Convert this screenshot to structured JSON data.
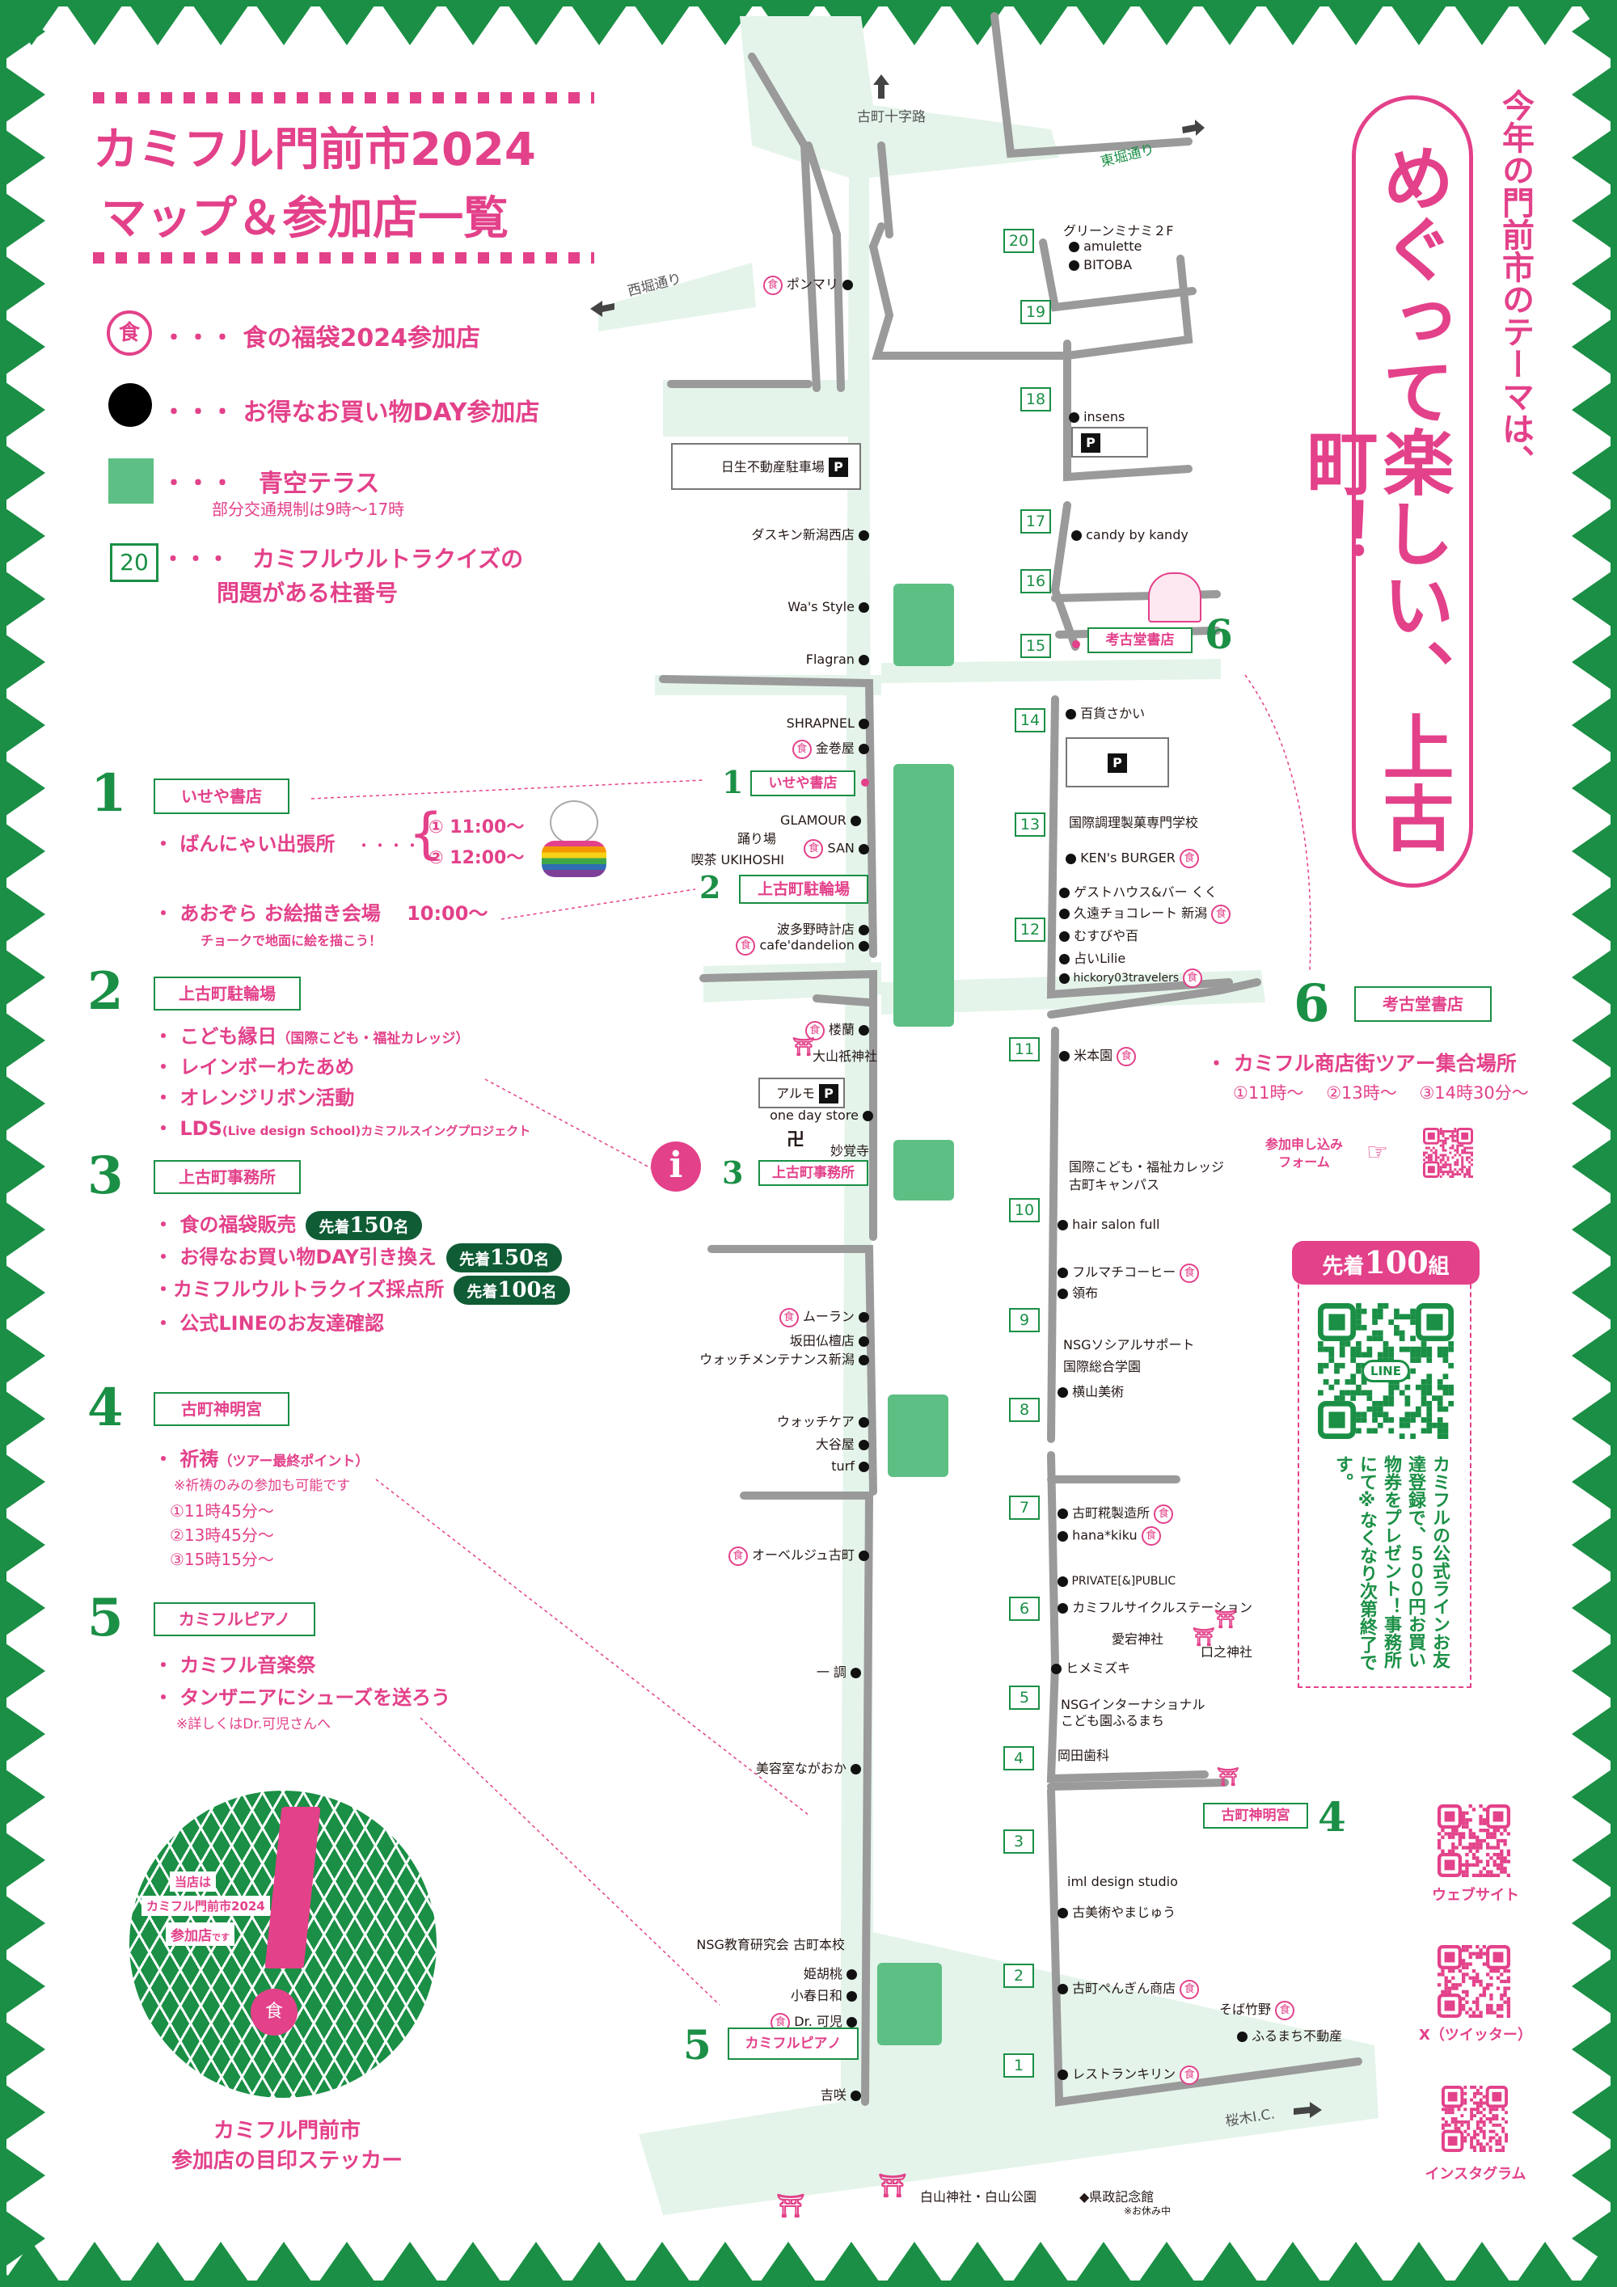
{
  "colors": {
    "green": "#1a8f45",
    "pink": "#e3418a",
    "road": "#e4f4ea",
    "terrace": "#5dbf84",
    "roadEdge": "#9a9a9a"
  },
  "title": {
    "line1": "カミフル門前市2024",
    "line2": "マップ＆参加店一覧"
  },
  "legend": [
    {
      "icon": "fukubukuro-icon",
      "text": "・・・ 食の福袋2024参加店"
    },
    {
      "icon": "black-dot-icon",
      "text": "・・・ お得なお買い物DAY参加店"
    },
    {
      "icon": "green-square-icon",
      "text": "・・・　青空テラス",
      "note": "部分交通規制は9時〜17時"
    },
    {
      "icon": "pole-number-icon",
      "pole": "20",
      "text": "・・・　カミフルウルトラクイズの",
      "text2": "問題がある柱番号"
    }
  ],
  "shop_icon_char": "食",
  "theme": {
    "intro": "今年の門前市のテーマは、",
    "main": "めぐって楽しい、上古町！"
  },
  "streets": {
    "furumachi_jujiro": "古町十字路",
    "higashibori": "東堀通り",
    "nishibori": "西堀通り",
    "sakuragi": "桜木I.C.",
    "hakusan": "白山神社・白山公園",
    "kenseikinenkan": "◆県政記念館",
    "kenseikinenkan_note": "※お休み中"
  },
  "sections": {
    "s1": {
      "num": "1",
      "name": "いせや書店",
      "items": [
        "・ ばんにゃい出張所",
        "・ あおぞら お絵描き会場　 10:00〜"
      ],
      "times": [
        "① 11:00〜",
        "② 12:00〜"
      ],
      "note": "チョークで地面に絵を描こう！"
    },
    "s2": {
      "num": "2",
      "name": "上古町駐輪場",
      "items": [
        "・ こども縁日",
        "・ レインボーわたあめ",
        "・ オレンジリボン活動",
        "・ LDS"
      ],
      "item1_sub": "（国際こども・福祉カレッジ）",
      "item4_sub": "(Live design School)カミフルスイングプロジェクト"
    },
    "s3": {
      "num": "3",
      "name": "上古町事務所",
      "items": [
        "・ 食の福袋販売",
        "・ お得なお買い物DAY引き換え",
        "・カミフルウルトラクイズ採点所",
        "・ 公式LINEのお友達確認"
      ],
      "badges": [
        {
          "pre": "先着",
          "num": "150",
          "post": "名"
        },
        {
          "pre": "先着",
          "num": "150",
          "post": "名"
        },
        {
          "pre": "先着",
          "num": "100",
          "post": "名"
        }
      ]
    },
    "s4": {
      "num": "4",
      "name": "古町神明宮",
      "item": "・ 祈祷",
      "item_sub": "（ツアー最終ポイント）",
      "note": "※祈祷のみの参加も可能です",
      "times": [
        "①11時45分〜",
        "②13時45分〜",
        "③15時15分〜"
      ]
    },
    "s5": {
      "num": "5",
      "name": "カミフルピアノ",
      "items": [
        "・ カミフル音楽祭",
        "・ タンザニアにシューズを送ろう"
      ],
      "note": "※詳しくはDr.可児さんへ"
    },
    "s6": {
      "num": "6",
      "name": "考古堂書店",
      "item": "・ カミフル商店街ツアー集合場所",
      "times": "①11時〜　 ②13時〜　 ③14時30分〜",
      "form": "参加申し込み\nフォーム"
    }
  },
  "line_promo": {
    "header_pre": "先着",
    "header_num": "100",
    "header_post": "組",
    "logo": "LINE",
    "text": "カミフルの公式ラインお友達登録で、５００円お買い物券をプレゼント！事務所にて※なくなり次第終了です。"
  },
  "sticker": {
    "l1": "当店は",
    "l2": "カミフル門前市2024",
    "l3": "参加店",
    "l3b": "です",
    "caption1": "カミフル門前市",
    "caption2": "参加店の目印ステッカー"
  },
  "social": [
    {
      "label": "ウェブサイト"
    },
    {
      "label": "X（ツイッター）"
    },
    {
      "label": "インスタグラム"
    }
  ],
  "map_labels": {
    "info": "i",
    "s1": "いせや書店",
    "s2": "上古町駐輪場",
    "s3": "上古町事務所",
    "s4": "古町神明宮",
    "s5": "カミフルピアノ",
    "s6": "考古堂書店"
  },
  "left_shops": [
    {
      "t": "ポンマリ",
      "f": true,
      "d": true
    },
    {
      "t": "日生不動産駐車場",
      "p": true
    },
    {
      "t": "ダスキン新潟西店",
      "d": true
    },
    {
      "t": "Wa's Style",
      "d": true
    },
    {
      "t": "Flagran",
      "d": true
    },
    {
      "t": "SHRAPNEL",
      "d": true
    },
    {
      "t": "金巻屋",
      "f": true,
      "d": true
    },
    {
      "t": "GLAMOUR",
      "d": true
    },
    {
      "t": "SAN",
      "f": true,
      "d": true
    },
    {
      "t": "踊り場"
    },
    {
      "t": "喫茶 UKIHOSHI"
    },
    {
      "t": "波多野時計店",
      "d": true
    },
    {
      "t": "cafe'dandelion",
      "f": true,
      "d": true
    },
    {
      "t": "楼蘭",
      "f": true,
      "d": true
    },
    {
      "t": "大山祇神社"
    },
    {
      "t": "アルモ",
      "p": true
    },
    {
      "t": "one day store",
      "d": true
    },
    {
      "t": "妙覚寺"
    },
    {
      "t": "ムーラン",
      "f": true,
      "d": true
    },
    {
      "t": "坂田仏檀店",
      "d": true
    },
    {
      "t": "ウォッチメンテナンス新潟",
      "d": true
    },
    {
      "t": "ウォッチケア",
      "d": true
    },
    {
      "t": "大谷屋",
      "d": true
    },
    {
      "t": "turf",
      "d": true
    },
    {
      "t": "オーベルジュ古町",
      "f": true,
      "d": true
    },
    {
      "t": "一 調",
      "d": true
    },
    {
      "t": "美容室ながおか",
      "d": true
    },
    {
      "t": "NSG教育研究会 古町本校"
    },
    {
      "t": "姫胡桃",
      "d": true
    },
    {
      "t": "小春日和",
      "d": true
    },
    {
      "t": "Dr. 可児",
      "f": true,
      "d": true
    },
    {
      "t": "吉咲",
      "d": true
    }
  ],
  "right_shops": [
    {
      "t": "グリーンミナミ２F"
    },
    {
      "t": "amulette",
      "d": true
    },
    {
      "t": "BITOBA",
      "d": true
    },
    {
      "t": "insens",
      "d": true
    },
    {
      "t": "candy by kandy",
      "d": true
    },
    {
      "t": "百貨さかい",
      "d": true
    },
    {
      "t": "国際調理製菓専門学校"
    },
    {
      "t": "KEN's BURGER",
      "f": true,
      "d": true
    },
    {
      "t": "ゲストハウス&バー くく",
      "d": true
    },
    {
      "t": "久遠チョコレート 新潟",
      "f": true,
      "d": true
    },
    {
      "t": "むすびや百",
      "d": true
    },
    {
      "t": "占いLilie",
      "d": true
    },
    {
      "t": "hickory03travelers",
      "f": true,
      "d": true
    },
    {
      "t": "米本園",
      "f": true,
      "d": true
    },
    {
      "t": "国際こども・福祉カレッジ"
    },
    {
      "t": "古町キャンパス"
    },
    {
      "t": "hair salon full",
      "d": true
    },
    {
      "t": "フルマチコーヒー",
      "f": true,
      "d": true
    },
    {
      "t": "領布",
      "d": true
    },
    {
      "t": "NSGソシアルサポート"
    },
    {
      "t": "国際総合学園"
    },
    {
      "t": "横山美術",
      "d": true
    },
    {
      "t": "古町糀製造所",
      "f": true,
      "d": true
    },
    {
      "t": "hana*kiku",
      "f": true,
      "d": true
    },
    {
      "t": "PRIVATE[&]PUBLIC",
      "d": true
    },
    {
      "t": "カミフルサイクルステーション",
      "d": true
    },
    {
      "t": "愛宕神社"
    },
    {
      "t": "口之神社"
    },
    {
      "t": "ヒメミズキ",
      "d": true
    },
    {
      "t": "NSGインターナショナル"
    },
    {
      "t": "こども園ふるまち"
    },
    {
      "t": "岡田歯科"
    },
    {
      "t": "iml design studio"
    },
    {
      "t": "古美術やまじゅう",
      "d": true
    },
    {
      "t": "古町ぺんぎん商店",
      "f": true,
      "d": true
    },
    {
      "t": "そば竹野",
      "f": true
    },
    {
      "t": "ふるまち不動産",
      "d": true
    },
    {
      "t": "レストランキリン",
      "f": true,
      "d": true
    }
  ],
  "poles": [
    "20",
    "19",
    "18",
    "17",
    "16",
    "15",
    "14",
    "13",
    "12",
    "11",
    "10",
    "9",
    "8",
    "7",
    "6",
    "5",
    "4",
    "3",
    "2",
    "1"
  ]
}
